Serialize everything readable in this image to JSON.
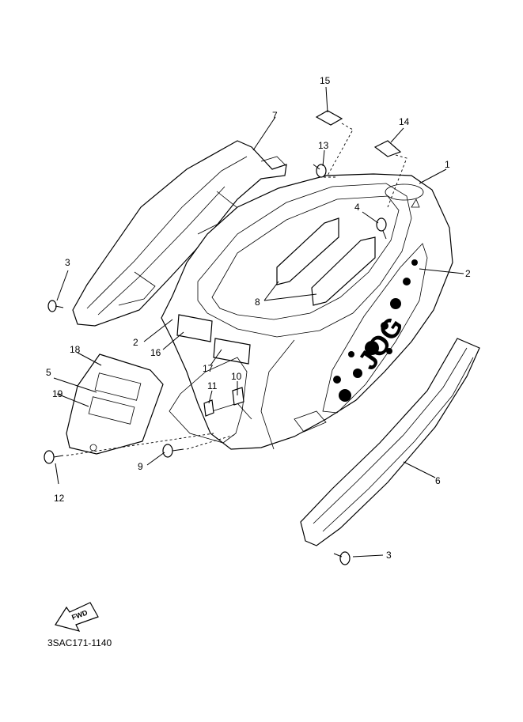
{
  "callouts": [
    {
      "id": "c1",
      "text": "1"
    },
    {
      "id": "c2a",
      "text": "2"
    },
    {
      "id": "c2b",
      "text": "2"
    },
    {
      "id": "c3a",
      "text": "3"
    },
    {
      "id": "c3b",
      "text": "3"
    },
    {
      "id": "c4",
      "text": "4"
    },
    {
      "id": "c5",
      "text": "5"
    },
    {
      "id": "c6",
      "text": "6"
    },
    {
      "id": "c7",
      "text": "7"
    },
    {
      "id": "c8",
      "text": "8"
    },
    {
      "id": "c9",
      "text": "9"
    },
    {
      "id": "c10",
      "text": "10"
    },
    {
      "id": "c11",
      "text": "11"
    },
    {
      "id": "c12",
      "text": "12"
    },
    {
      "id": "c13",
      "text": "13"
    },
    {
      "id": "c14",
      "text": "14"
    },
    {
      "id": "c15",
      "text": "15"
    },
    {
      "id": "c16",
      "text": "16"
    },
    {
      "id": "c17",
      "text": "17"
    },
    {
      "id": "c18",
      "text": "18"
    },
    {
      "id": "c19",
      "text": "19"
    }
  ],
  "fwd_badge": "FWD",
  "diagram_code": "3SAC171-1140"
}
